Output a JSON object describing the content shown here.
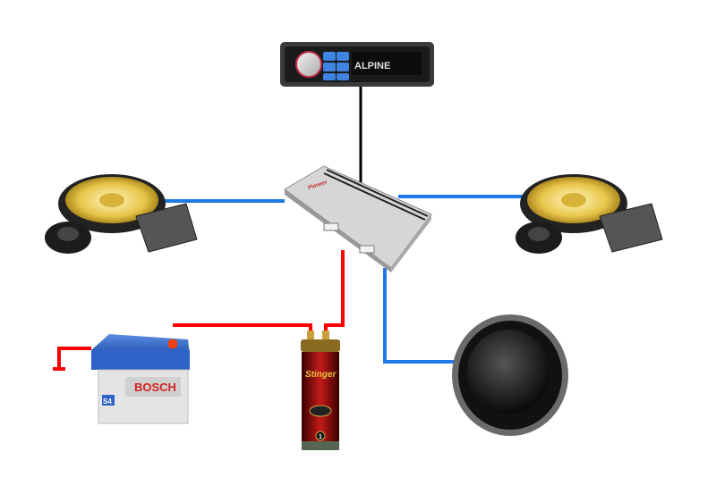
{
  "title": "Car audio system wiring diagram",
  "components": {
    "head_unit": {
      "brand": "ALPINE"
    },
    "amplifier": {
      "brand": "Pioneer"
    },
    "battery": {
      "brand": "BOSCH",
      "model": "S4"
    },
    "capacitor": {
      "brand": "Stinger",
      "rating": "1"
    },
    "left_speaker": {},
    "right_speaker": {},
    "subwoofer": {}
  },
  "wire_colors": {
    "signal": "#1e78e6",
    "power": "#ff0000",
    "remote": "#000000",
    "ground": "#ff0000"
  }
}
